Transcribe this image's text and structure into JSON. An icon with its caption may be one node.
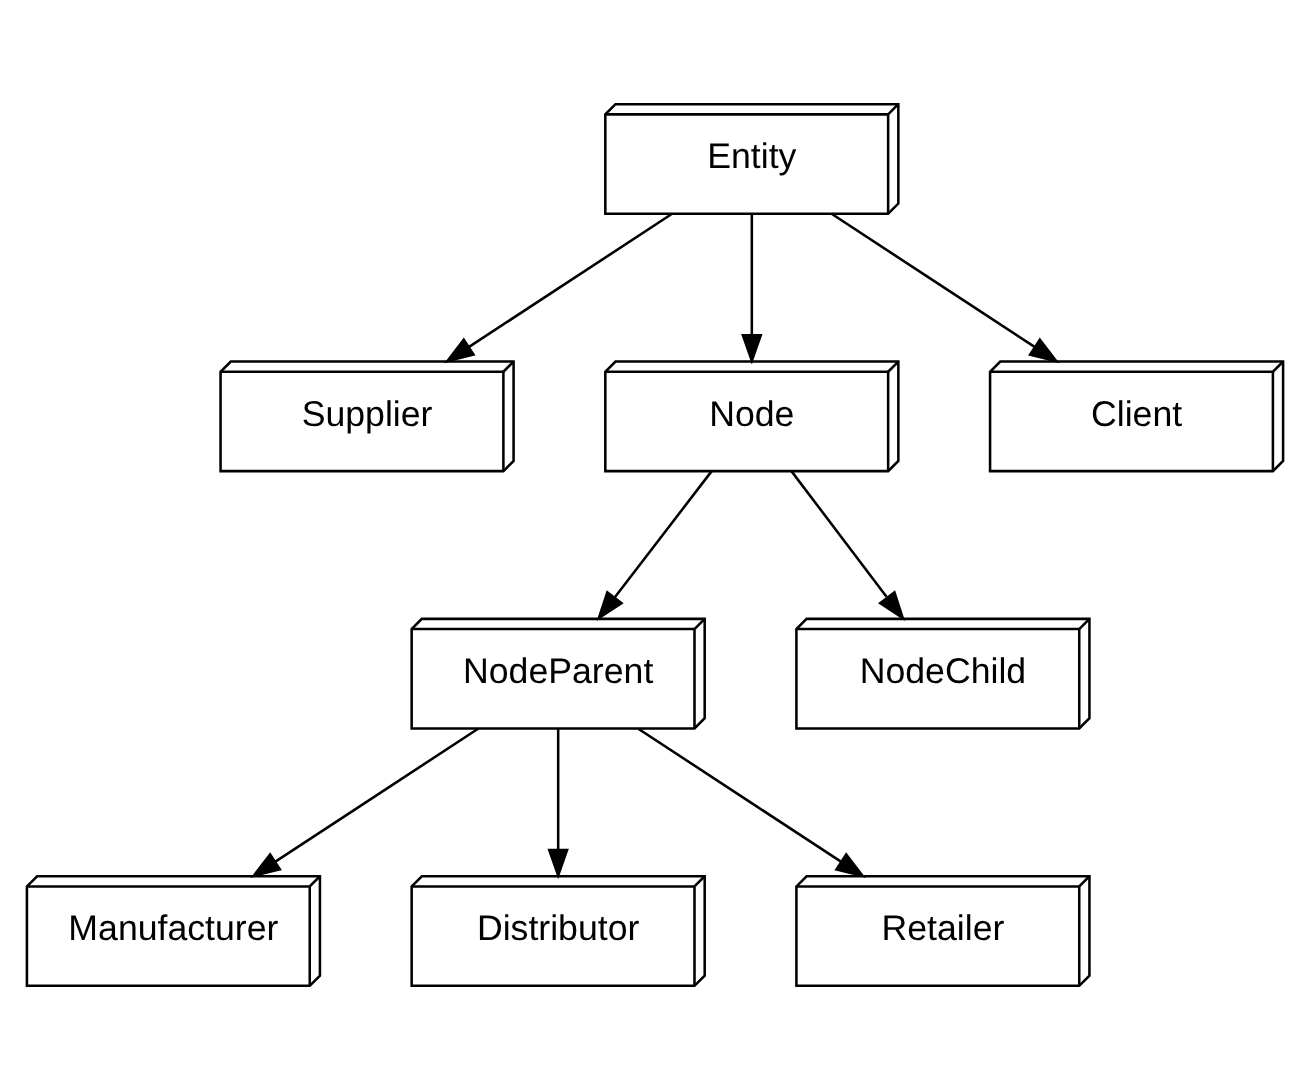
{
  "diagram": {
    "nodes": [
      {
        "text": [
          "Entity"
        ]
      },
      {
        "text": [
          "Supplier"
        ]
      },
      {
        "text": [
          "Node"
        ]
      },
      {
        "text": [
          "Client"
        ]
      },
      {
        "text": [
          "NodeParent"
        ]
      },
      {
        "text": [
          "NodeChild"
        ]
      },
      {
        "text": [
          "Manufacturer"
        ]
      },
      {
        "text": [
          "Distributor"
        ]
      },
      {
        "text": [
          "Retailer"
        ]
      }
    ],
    "edges": [
      {
        "from": 0,
        "to": 1,
        "arrow": "to"
      },
      {
        "from": 0,
        "to": 2,
        "arrow": "to"
      },
      {
        "from": 0,
        "to": 3,
        "arrow": "to"
      },
      {
        "from": 2,
        "to": 4,
        "arrow": "to"
      },
      {
        "from": 2,
        "to": 5,
        "arrow": "to"
      },
      {
        "from": 4,
        "to": 6,
        "arrow": "to"
      },
      {
        "from": 4,
        "to": 7,
        "arrow": "to"
      },
      {
        "from": 4,
        "to": 8,
        "arrow": "to"
      }
    ]
  }
}
